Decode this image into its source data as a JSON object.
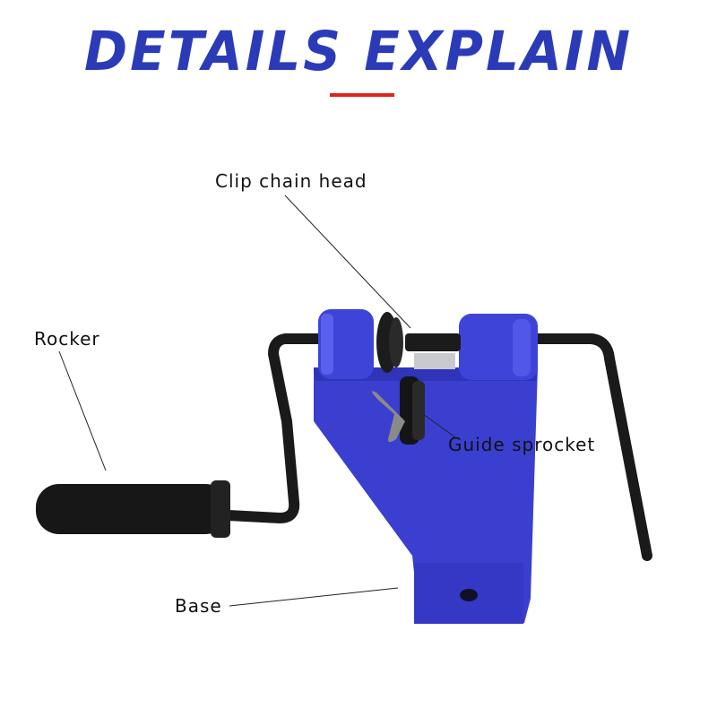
{
  "title": "DETAILS EXPLAIN",
  "colors": {
    "title": "#2b3bb8",
    "accent_underline": "#e0221c",
    "product_blue": "#3a3fd0",
    "metal_black": "#1a1a1a"
  },
  "labels": {
    "clip_chain_head": "Clip chain head",
    "rocker": "Rocker",
    "guide_sprocket": "Guide sprocket",
    "base": "Base"
  }
}
